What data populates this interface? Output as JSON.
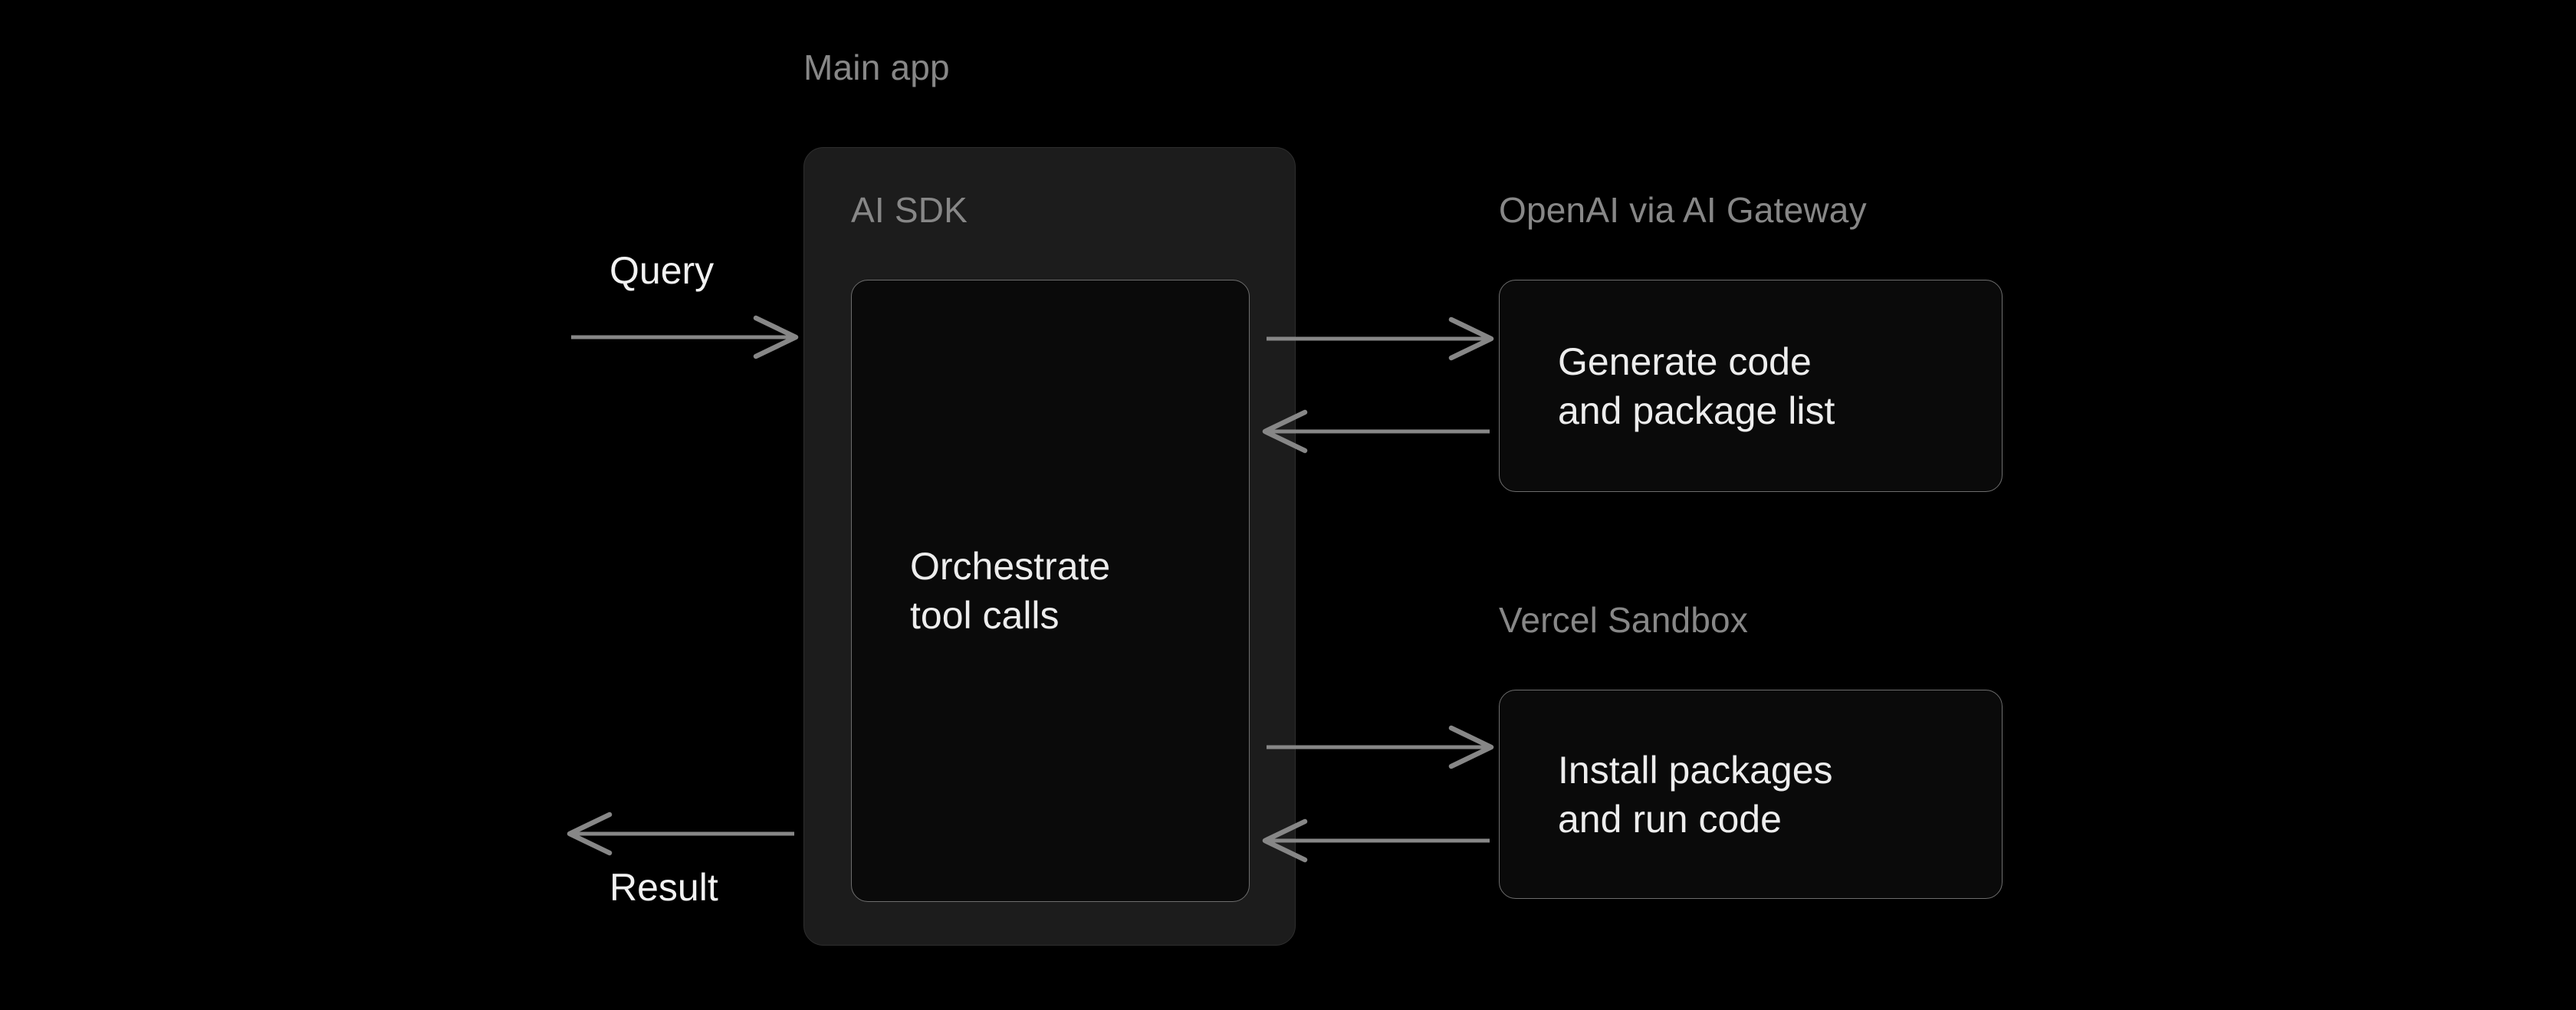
{
  "diagram": {
    "background_color": "#000000",
    "groups": [
      {
        "id": "main-app",
        "caption": "Main app"
      },
      {
        "id": "gateway",
        "caption": "OpenAI via AI Gateway"
      },
      {
        "id": "sandbox",
        "caption": "Vercel Sandbox"
      }
    ],
    "main_app": {
      "caption": "Main app",
      "sdk_caption": "AI SDK",
      "node": {
        "id": "orchestrate",
        "label": "Orchestrate\ntool calls",
        "fill": "#0a0a0a",
        "border": "#6d6d6d"
      }
    },
    "services": [
      {
        "id": "gateway",
        "caption": "OpenAI via AI Gateway",
        "label": "Generate code\nand package list",
        "fill": "#0a0a0a",
        "border": "#6d6d6d"
      },
      {
        "id": "sandbox",
        "caption": "Vercel Sandbox",
        "label": "Install packages\nand run code",
        "fill": "#0a0a0a",
        "border": "#6d6d6d"
      }
    ],
    "flows": [
      {
        "id": "query",
        "label": "Query",
        "direction": "right",
        "from": "external",
        "to": "main-app"
      },
      {
        "id": "result",
        "label": "Result",
        "direction": "left",
        "from": "main-app",
        "to": "external"
      },
      {
        "id": "gateway-request",
        "label": "",
        "direction": "right",
        "from": "orchestrate",
        "to": "gateway"
      },
      {
        "id": "gateway-response",
        "label": "",
        "direction": "left",
        "from": "gateway",
        "to": "orchestrate"
      },
      {
        "id": "sandbox-request",
        "label": "",
        "direction": "right",
        "from": "orchestrate",
        "to": "sandbox"
      },
      {
        "id": "sandbox-response",
        "label": "",
        "direction": "left",
        "from": "sandbox",
        "to": "orchestrate"
      }
    ],
    "colors": {
      "caption_text": "#878787",
      "body_text": "#ededed",
      "flow_text": "#f2f2f2",
      "arrow": "#878787",
      "container_fill": "#1c1c1c",
      "container_border": "#2e2e2e",
      "node_fill": "#0a0a0a",
      "node_border": "#6d6d6d"
    }
  }
}
